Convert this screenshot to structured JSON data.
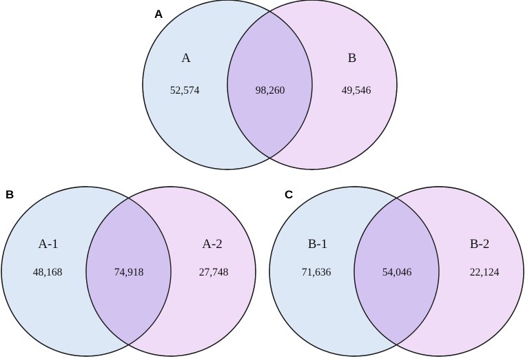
{
  "colors": {
    "left_fill": "#dde8f6",
    "right_fill": "#f0dcf7",
    "overlap_fill": "#d3c3f1",
    "stroke": "#1a1a1a"
  },
  "panels": [
    {
      "letter": "A",
      "left_label": "A",
      "right_label": "B",
      "left_only": "52,574",
      "shared": "98,260",
      "right_only": "49,546"
    },
    {
      "letter": "B",
      "left_label": "A-1",
      "right_label": "A-2",
      "left_only": "48,168",
      "shared": "74,918",
      "right_only": "27,748"
    },
    {
      "letter": "C",
      "left_label": "B-1",
      "right_label": "B-2",
      "left_only": "71,636",
      "shared": "54,046",
      "right_only": "22,124"
    }
  ]
}
